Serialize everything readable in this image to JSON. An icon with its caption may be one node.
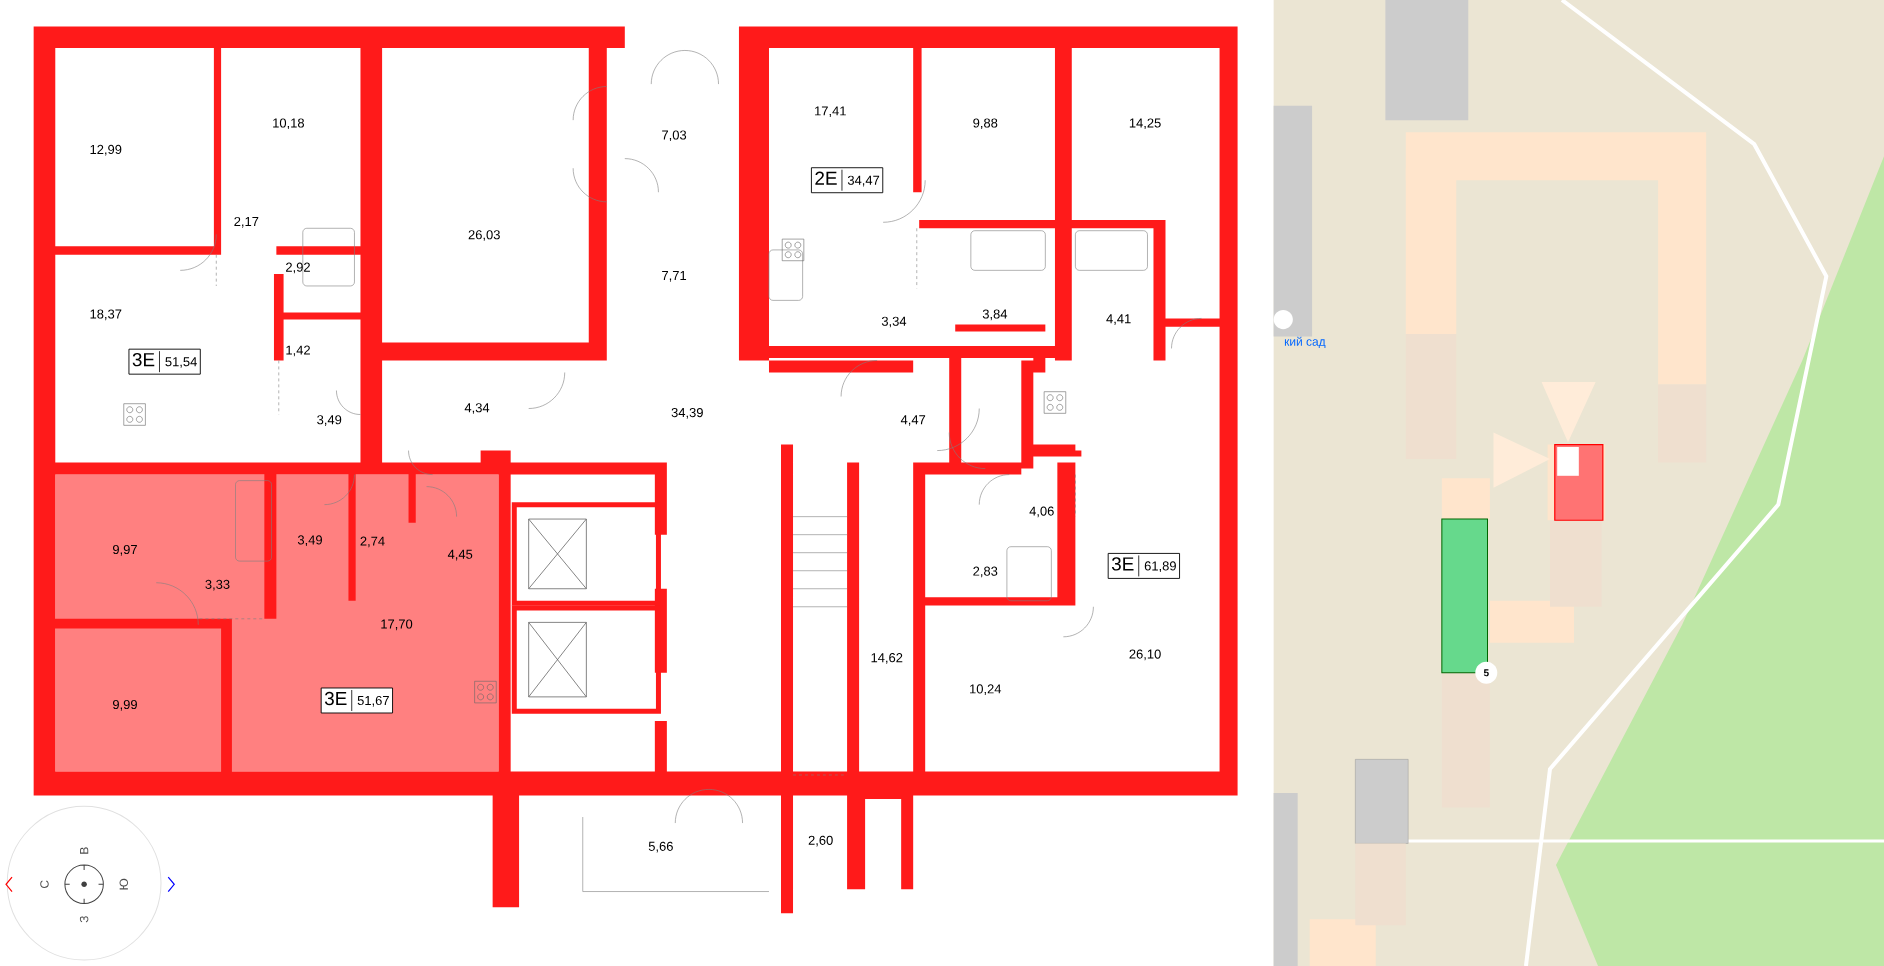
{
  "diagram": {
    "nodes": [
      {
        "text": [
          "2Е",
          "34,47"
        ]
      },
      {
        "text": [
          "3Е",
          "51,54"
        ]
      },
      {
        "text": [
          "3Е",
          "61,89"
        ]
      },
      {
        "text": [
          "3Е",
          "51,67"
        ]
      }
    ],
    "labels": [
      "17,41",
      "10,18",
      "9,88",
      "14,25",
      "7,03",
      "12,99",
      "2,17",
      "26,03",
      "2,92",
      "7,71",
      "3,84",
      "18,37",
      "4,41",
      "3,34",
      "1,42",
      "4,34",
      "4,47",
      "34,39",
      "3,49",
      "4,06",
      "9,97",
      "3,49",
      "2,74",
      "4,45",
      "2,83",
      "3,33",
      "17,70",
      "14,62",
      "26,10",
      "10,24",
      "9,99",
      "2,60",
      "5,66",
      "В",
      "С",
      "Ю",
      "З",
      "кий сад",
      "5"
    ]
  }
}
